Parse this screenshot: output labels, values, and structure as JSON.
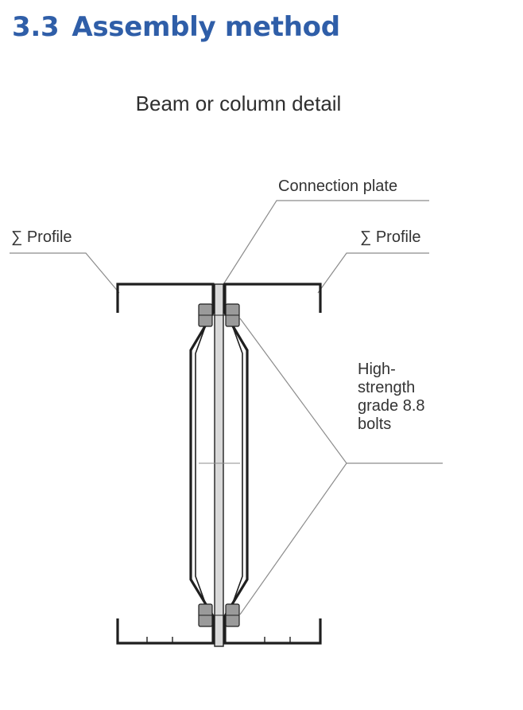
{
  "section": {
    "number": "3.3",
    "title": "Assembly method"
  },
  "diagram": {
    "title": "Beam or column detail",
    "labels": {
      "connection_plate": "Connection plate",
      "profile_left": "∑ Profile",
      "profile_right": "∑ Profile",
      "bolts": "High-strength grade 8.8 bolts"
    }
  },
  "colors": {
    "heading": "#2f5ea8",
    "profile_stroke": "#1f1f1f",
    "leader_line": "#8c8c8c",
    "plate_fill": "#d9d9d9",
    "bolt_fill": "#9a9a9a"
  }
}
